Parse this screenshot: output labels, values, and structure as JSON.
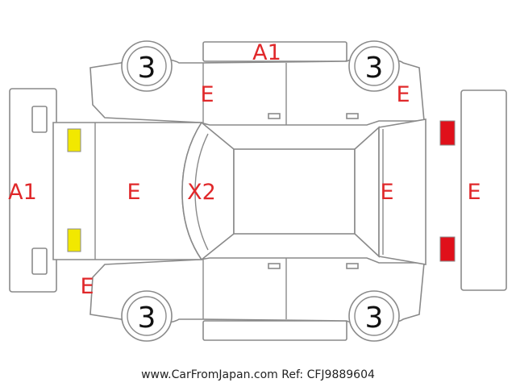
{
  "diagram": {
    "marks": {
      "roof_top": "A1",
      "front_bumper": "A1",
      "left_front_fender": "E",
      "right_rear_fender": "E",
      "hood": "E",
      "windshield": "X2",
      "rear_roof": "E",
      "rear_bumper": "E",
      "left_lower_corner": "E"
    },
    "tires": {
      "front_left": "3",
      "rear_left": "3",
      "front_right": "3",
      "rear_right": "3"
    },
    "colors": {
      "mark": "#e0282a",
      "headlight": "#f2e800",
      "taillight": "#e0101a",
      "outline": "#8a8a8a"
    }
  },
  "footer": {
    "watermark": "www.CarFromJapan.com Ref: CFJ9889604"
  }
}
